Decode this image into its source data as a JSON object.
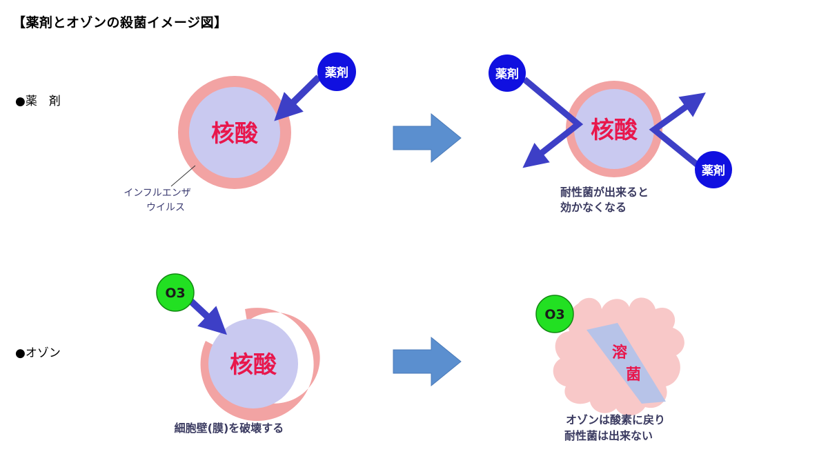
{
  "title": "【薬剤とオゾンの殺菌イメージ図】",
  "rows": {
    "drug_label": "●薬　剤",
    "ozone_label": "●オゾン"
  },
  "drug_panel_left": {
    "nucleus": "核酸",
    "badge": "薬剤",
    "virus_caption_line1": "インフルエンザ",
    "virus_caption_line2": "ウイルス"
  },
  "drug_panel_right": {
    "nucleus": "核酸",
    "badge_top": "薬剤",
    "badge_bottom": "薬剤",
    "caption_line1": "耐性菌が出来ると",
    "caption_line2": "効かなくなる"
  },
  "ozone_panel_left": {
    "badge": "O3",
    "nucleus": "核酸",
    "caption": "細胞壁(膜)を破壊する"
  },
  "ozone_panel_right": {
    "badge": "O3",
    "dissolve_line1": "溶",
    "dissolve_line2": "菌",
    "caption_line1": "オゾンは酸素に戻り",
    "caption_line2": "耐性菌は出来ない"
  },
  "colors": {
    "membrane": "#f2a3a3",
    "nucleus_fill": "#c9c9f0",
    "nucleus_text": "#e8174c",
    "drug_arrow": "#3d3fc6",
    "drug_badge": "#1010e0",
    "ozone_badge": "#22e022",
    "flow_arrow": "#5b8fcf",
    "debris": "#f8c8c8"
  }
}
